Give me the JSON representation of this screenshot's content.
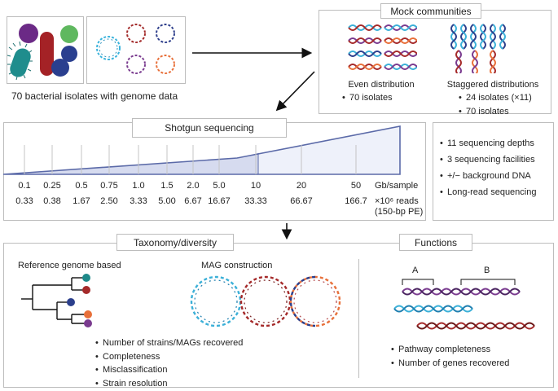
{
  "isolates": {
    "label": "70 bacterial isolates with genome data"
  },
  "mock_communities": {
    "title": "Mock communities",
    "even": {
      "title": "Even distribution",
      "items": [
        "70 isolates"
      ]
    },
    "staggered": {
      "title": "Staggered distributions",
      "items": [
        "24 isolates (×11)",
        "70 isolates"
      ]
    }
  },
  "sequencing": {
    "title": "Shotgun sequencing",
    "gb_values": [
      "0.1",
      "0.25",
      "0.5",
      "0.75",
      "1.0",
      "1.5",
      "2.0",
      "5.0",
      "10",
      "20",
      "50"
    ],
    "gb_unit": "Gb/sample",
    "reads_values": [
      "0.33",
      "0.38",
      "1.67",
      "2.50",
      "3.33",
      "5.00",
      "6.67",
      "16.67",
      "33.33",
      "66.67",
      "166.7"
    ],
    "reads_unit": "×10⁶ reads",
    "reads_note": "(150-bp PE)"
  },
  "conditions": {
    "items": [
      "11 sequencing depths",
      "3 sequencing facilities",
      "+/− background DNA",
      "Long-read sequencing"
    ]
  },
  "taxonomy": {
    "title": "Taxonomy/diversity",
    "ref_title": "Reference genome based",
    "mag_title": "MAG construction",
    "items": [
      "Number of strains/MAGs recovered",
      "Completeness",
      "Misclassification",
      "Strain resolution"
    ]
  },
  "functions": {
    "title": "Functions",
    "bracket_a": "A",
    "bracket_b": "B",
    "items": [
      "Pathway completeness",
      "Number of genes recovered"
    ]
  },
  "colors": {
    "purple": "#7a3b8f",
    "red": "#a52a2a",
    "green": "#5cb85c",
    "teal": "#1f8a8a",
    "navy": "#2b3f8c",
    "cyan": "#3bb0d8",
    "orange": "#e8703a",
    "ramp": "#5b6aa8"
  }
}
